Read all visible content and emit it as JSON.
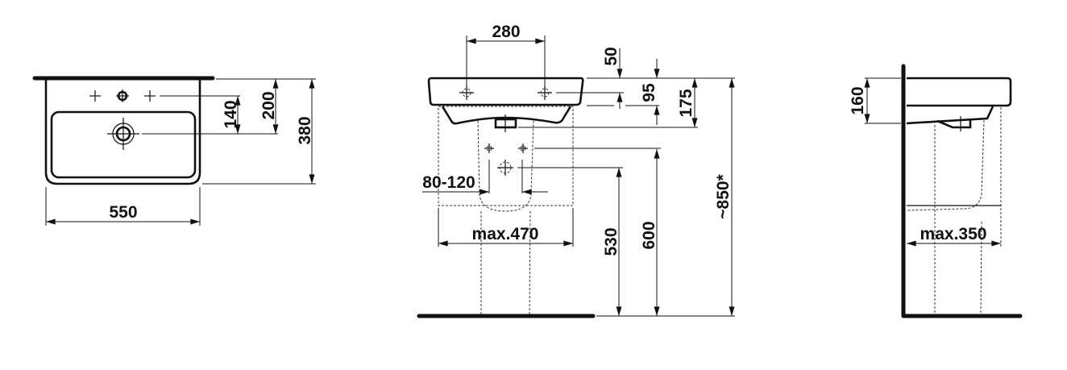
{
  "top_view": {
    "width": "550",
    "depth_total": "380",
    "drain_from_wall": "200",
    "tap_to_drain": "140"
  },
  "front_view": {
    "tap_spacing": "280",
    "d50": "50",
    "d95": "95",
    "d175": "175",
    "rim_height": "~850*",
    "d600": "600",
    "d530": "530",
    "pedestal_offset": "80-120",
    "max_width": "max.470"
  },
  "side_view": {
    "height": "160",
    "max_depth": "max.350"
  },
  "colors": {
    "line": "#111111",
    "background": "#ffffff"
  }
}
